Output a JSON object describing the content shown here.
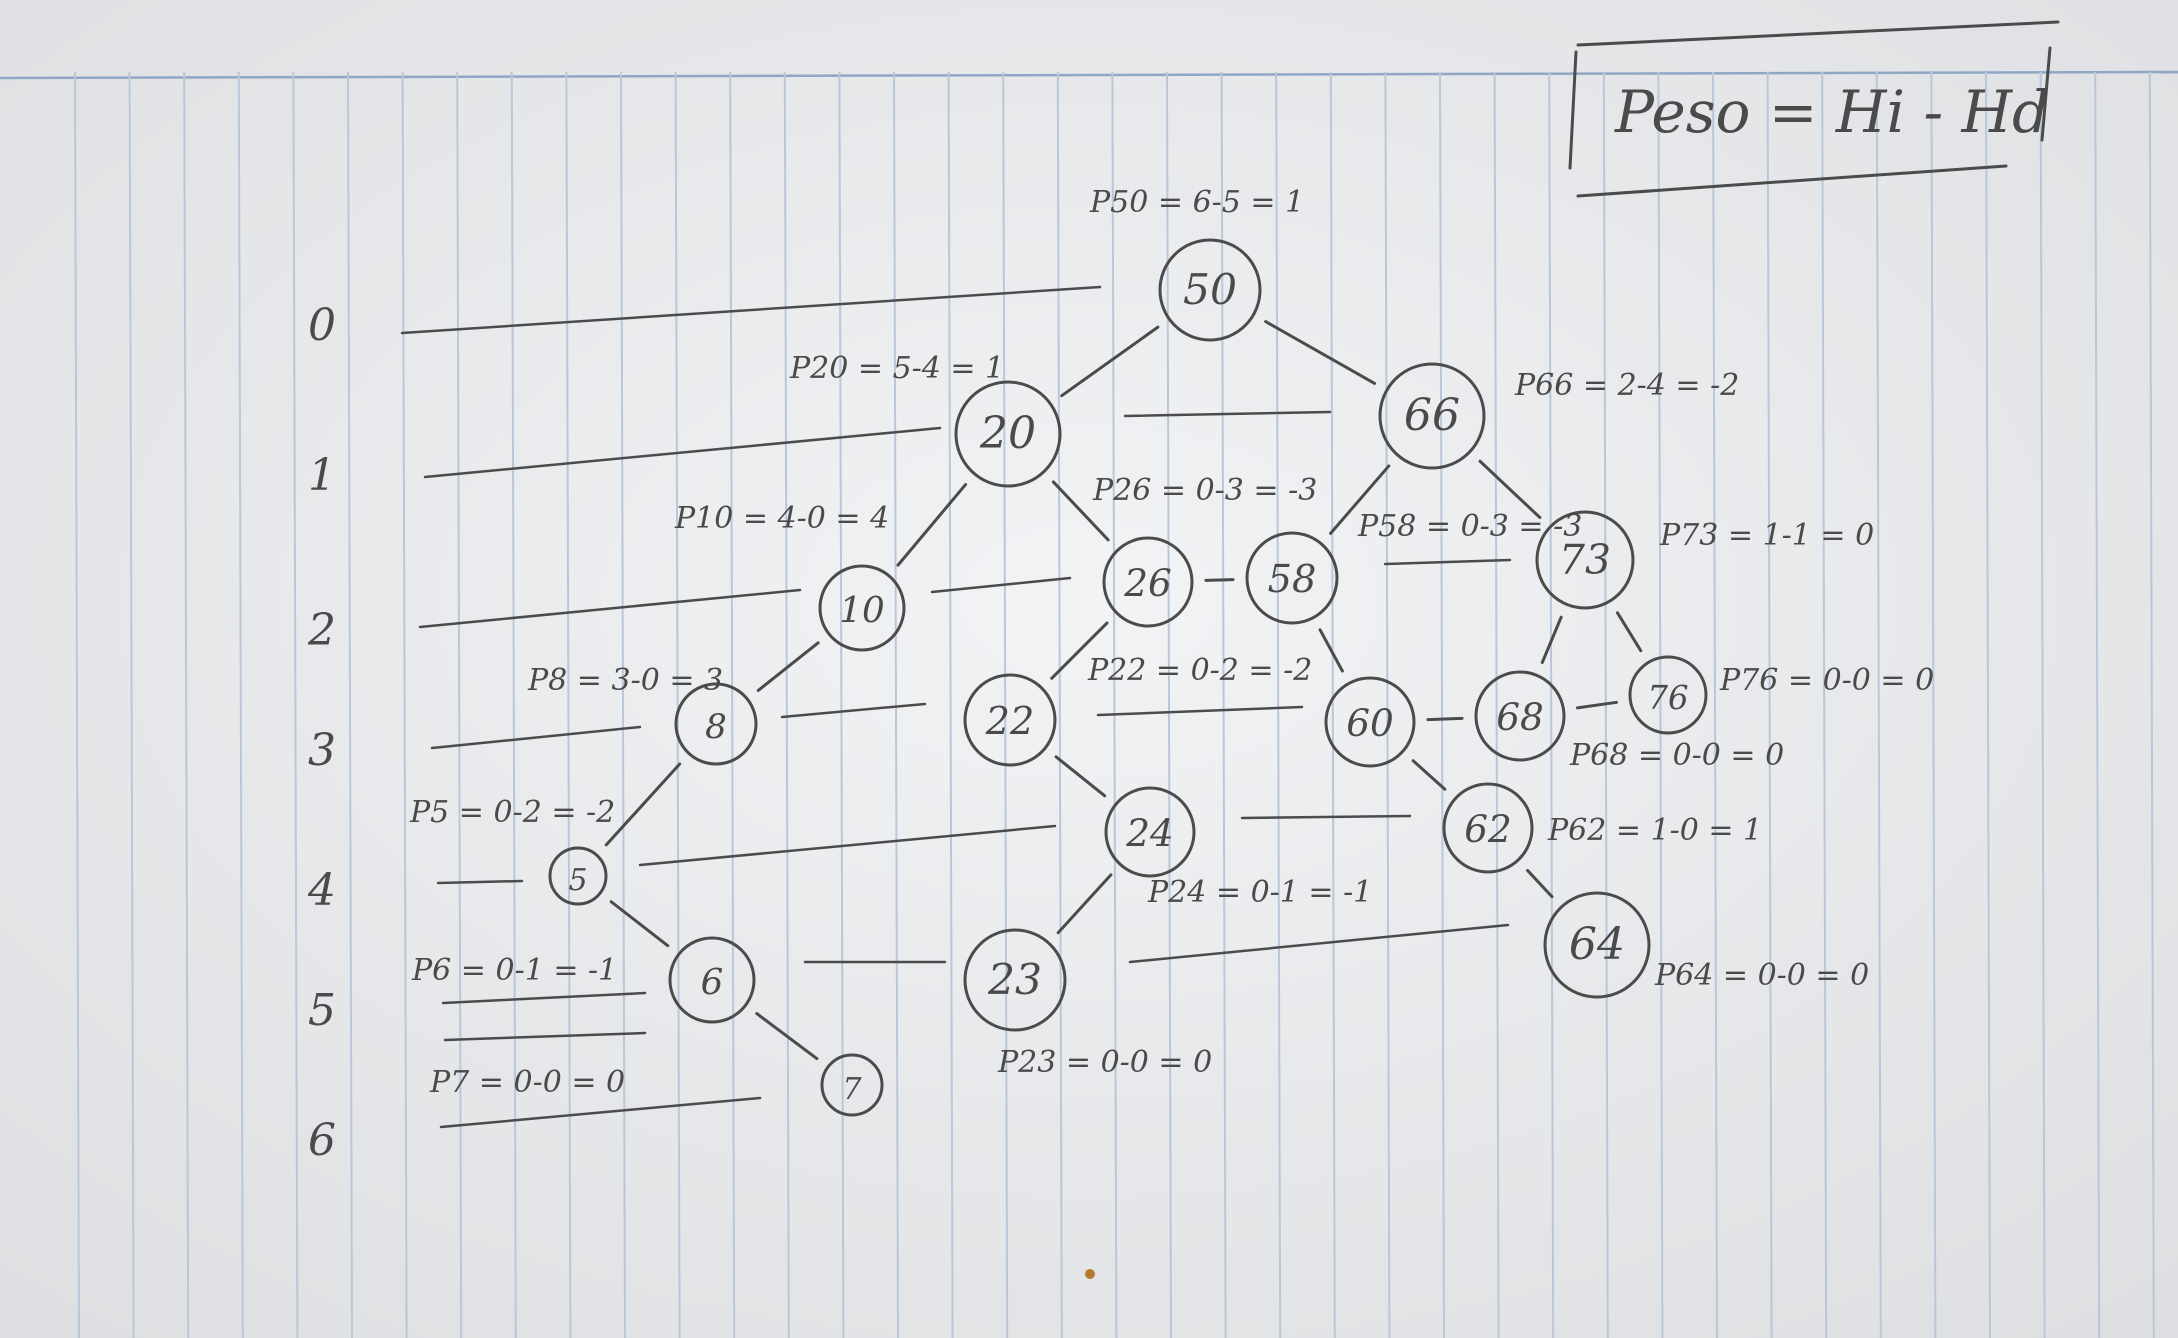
{
  "formula": "Peso = Hi - Hd",
  "levels": [
    "0",
    "1",
    "2",
    "3",
    "4",
    "5",
    "6"
  ],
  "nodes": [
    {
      "id": "50",
      "label": "50",
      "level": 0
    },
    {
      "id": "20",
      "label": "20",
      "level": 1
    },
    {
      "id": "66",
      "label": "66",
      "level": 1
    },
    {
      "id": "10",
      "label": "10",
      "level": 2
    },
    {
      "id": "26",
      "label": "26",
      "level": 2
    },
    {
      "id": "58",
      "label": "58",
      "level": 2
    },
    {
      "id": "73",
      "label": "73",
      "level": 2
    },
    {
      "id": "8",
      "label": "8",
      "level": 3
    },
    {
      "id": "22",
      "label": "22",
      "level": 3
    },
    {
      "id": "60",
      "label": "60",
      "level": 3
    },
    {
      "id": "68",
      "label": "68",
      "level": 3
    },
    {
      "id": "76",
      "label": "76",
      "level": 3
    },
    {
      "id": "5",
      "label": "5",
      "level": 4
    },
    {
      "id": "24",
      "label": "24",
      "level": 4
    },
    {
      "id": "62",
      "label": "62",
      "level": 4
    },
    {
      "id": "6",
      "label": "6",
      "level": 5
    },
    {
      "id": "23",
      "label": "23",
      "level": 5
    },
    {
      "id": "64",
      "label": "64",
      "level": 5
    },
    {
      "id": "7",
      "label": "7",
      "level": 6
    }
  ],
  "edges": [
    {
      "from": "50",
      "to": "20"
    },
    {
      "from": "50",
      "to": "66"
    },
    {
      "from": "20",
      "to": "10"
    },
    {
      "from": "20",
      "to": "26"
    },
    {
      "from": "66",
      "to": "58"
    },
    {
      "from": "66",
      "to": "73"
    },
    {
      "from": "10",
      "to": "8"
    },
    {
      "from": "26",
      "to": "22"
    },
    {
      "from": "58",
      "to": "60"
    },
    {
      "from": "73",
      "to": "68"
    },
    {
      "from": "73",
      "to": "76"
    },
    {
      "from": "8",
      "to": "5"
    },
    {
      "from": "22",
      "to": "24"
    },
    {
      "from": "60",
      "to": "62"
    },
    {
      "from": "5",
      "to": "6"
    },
    {
      "from": "24",
      "to": "23"
    },
    {
      "from": "62",
      "to": "64"
    },
    {
      "from": "6",
      "to": "7"
    }
  ],
  "siblings": [
    {
      "from": "26",
      "to": "58"
    },
    {
      "from": "60",
      "to": "68"
    },
    {
      "from": "68",
      "to": "76"
    }
  ],
  "weights": [
    {
      "node": "50",
      "text": "P50 = 6-5 = 1"
    },
    {
      "node": "20",
      "text": "P20 = 5-4 = 1"
    },
    {
      "node": "66",
      "text": "P66 = 2-4 = -2"
    },
    {
      "node": "10",
      "text": "P10 = 4-0 = 4"
    },
    {
      "node": "26",
      "text": "P26 = 0-3 = -3"
    },
    {
      "node": "58",
      "text": "P58 = 0-3 = -3"
    },
    {
      "node": "73",
      "text": "P73 = 1-1 = 0"
    },
    {
      "node": "8",
      "text": "P8 = 3-0 = 3"
    },
    {
      "node": "22",
      "text": "P22 = 0-2 = -2"
    },
    {
      "node": "76",
      "text": "P76 = 0-0 = 0"
    },
    {
      "node": "68",
      "text": "P68 = 0-0 = 0"
    },
    {
      "node": "5",
      "text": "P5 = 0-2 = -2"
    },
    {
      "node": "62",
      "text": "P62 = 1-0 = 1"
    },
    {
      "node": "24",
      "text": "P24 = 0-1 = -1"
    },
    {
      "node": "6",
      "text": "P6 = 0-1 = -1"
    },
    {
      "node": "64",
      "text": "P64 = 0-0 = 0"
    },
    {
      "node": "23",
      "text": "P23 = 0-0 = 0"
    },
    {
      "node": "7",
      "text": "P7 = 0-0 = 0"
    }
  ]
}
